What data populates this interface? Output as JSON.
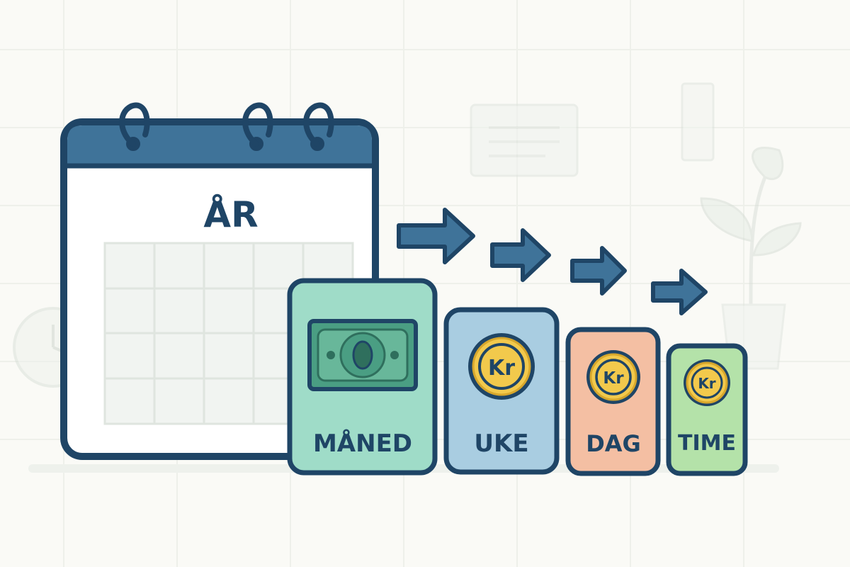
{
  "diagram": {
    "calendar": {
      "label": "ÅR"
    },
    "cards": [
      {
        "label": "MÅNED",
        "icon": "banknote-icon",
        "fill": "#9fdcc8"
      },
      {
        "label": "UKE",
        "icon": "kr-coin-icon",
        "fill": "#a9cde1"
      },
      {
        "label": "DAG",
        "icon": "kr-coin-icon",
        "fill": "#f4bfa3"
      },
      {
        "label": "TIME",
        "icon": "kr-coin-icon",
        "fill": "#b4e2a9"
      }
    ],
    "coin_symbol": "Kr",
    "colors": {
      "navy": "#1f4566",
      "calendar_header": "#3f7399",
      "coin_gold": "#f2c94c",
      "coin_ring": "#d7a72c",
      "money_green": "#4a9e83",
      "money_dark": "#2f6f5d",
      "background": "#fafaf6"
    }
  }
}
